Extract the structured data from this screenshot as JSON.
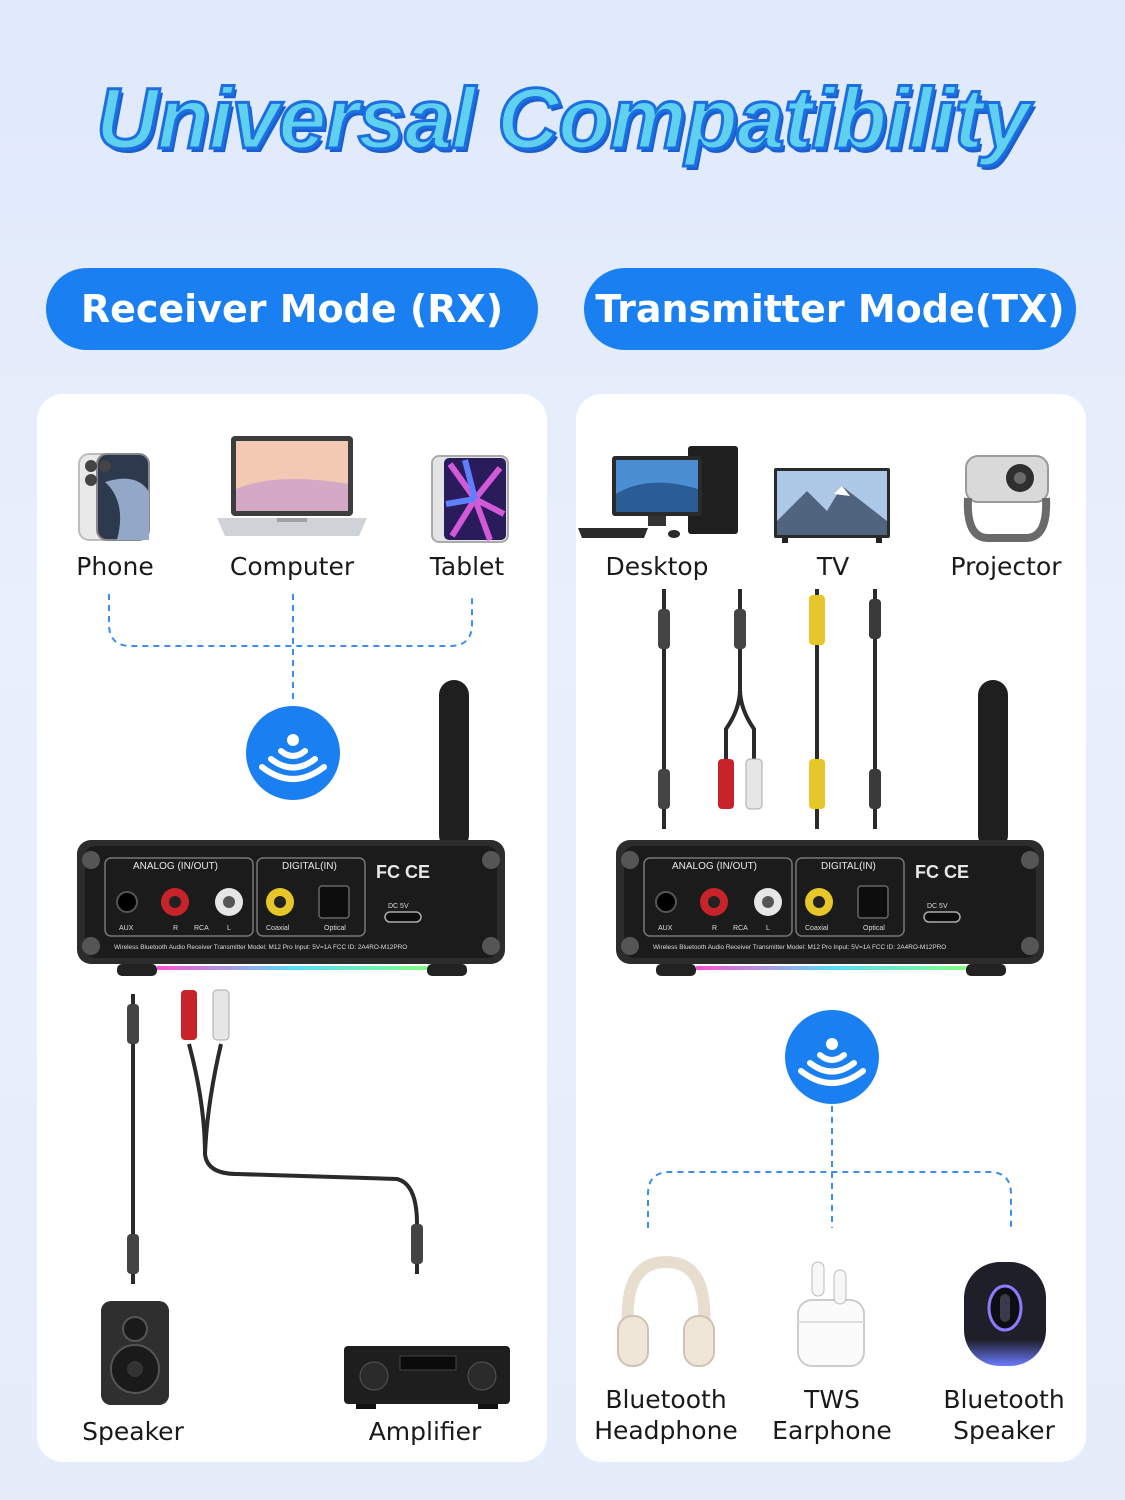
{
  "title": "Universal Compatibility",
  "modes": {
    "rx": {
      "label": "Receiver Mode (RX)",
      "sources": [
        "Phone",
        "Computer",
        "Tablet"
      ],
      "outputs": [
        "Speaker",
        "Amplifier"
      ]
    },
    "tx": {
      "label": "Transmitter Mode(TX)",
      "sources": [
        "Desktop",
        "TV",
        "Projector"
      ],
      "outputs": [
        {
          "line1": "Bluetooth",
          "line2": "Headphone"
        },
        {
          "line1": "TWS",
          "line2": "Earphone"
        },
        {
          "line1": "Bluetooth",
          "line2": "Speaker"
        }
      ]
    }
  },
  "device": {
    "analog_label": "ANALOG (IN/OUT)",
    "digital_label": "DIGITAL(IN)",
    "aux": "AUX",
    "r": "R",
    "rca": "RCA",
    "l": "L",
    "coaxial": "Coaxial",
    "optical": "Optical",
    "dc": "DC 5V",
    "cert": "FC CE",
    "footer": "Wireless Bluetooth Audio Receiver Transmitter  Model: M12 Pro  Input: 5V=1A  FCC ID: 2A4RO-M12PRO"
  },
  "colors": {
    "accent": "#1a7ff0",
    "title_fill": "#5fd0ee",
    "title_stroke": "#1b6fe0"
  },
  "icons": [
    "bluetooth-wave-icon"
  ]
}
